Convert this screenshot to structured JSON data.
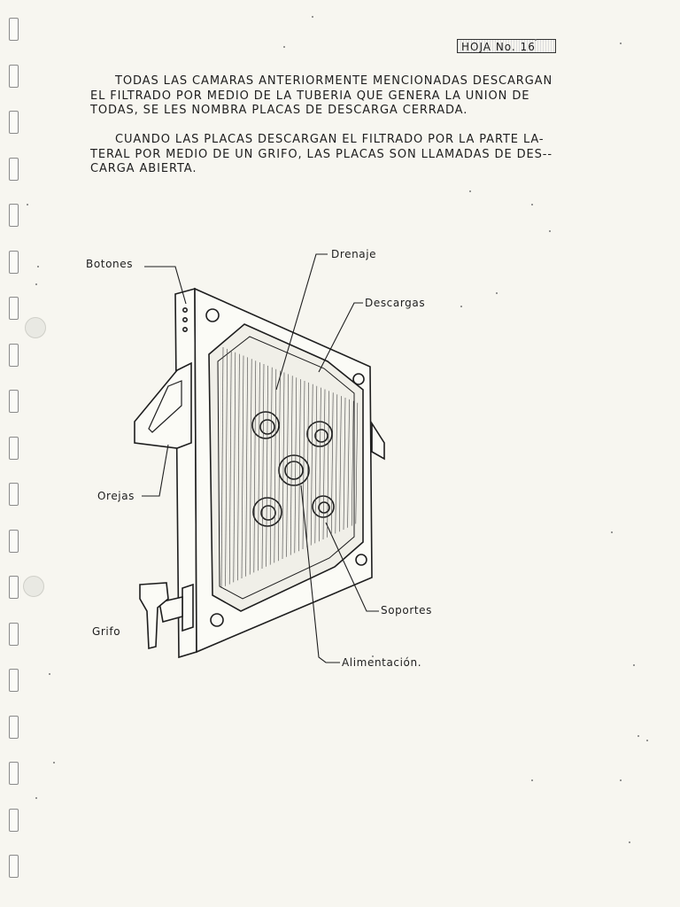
{
  "header": {
    "sheet_label": "HOJA No. 16"
  },
  "paragraphs": [
    {
      "lines": [
        "TODAS LAS CAMARAS ANTERIORMENTE MENCIONADAS DESCARGAN",
        "EL FILTRADO POR MEDIO DE LA TUBERIA QUE GENERA LA UNION DE",
        "TODAS, SE LES NOMBRA PLACAS DE DESCARGA CERRADA."
      ]
    },
    {
      "lines": [
        "CUANDO LAS PLACAS DESCARGAN EL FILTRADO POR LA PARTE LA-",
        "TERAL POR MEDIO DE UN GRIFO, LAS PLACAS SON LLAMADAS DE DES--",
        "CARGA ABIERTA."
      ]
    }
  ],
  "figure": {
    "labels": {
      "botones": "Botones",
      "drenaje": "Drenaje",
      "descargas": "Descargas",
      "orejas": "Orejas",
      "soportes": "Soportes",
      "grifo": "Grifo",
      "alimentacion": "Alimentación."
    }
  }
}
